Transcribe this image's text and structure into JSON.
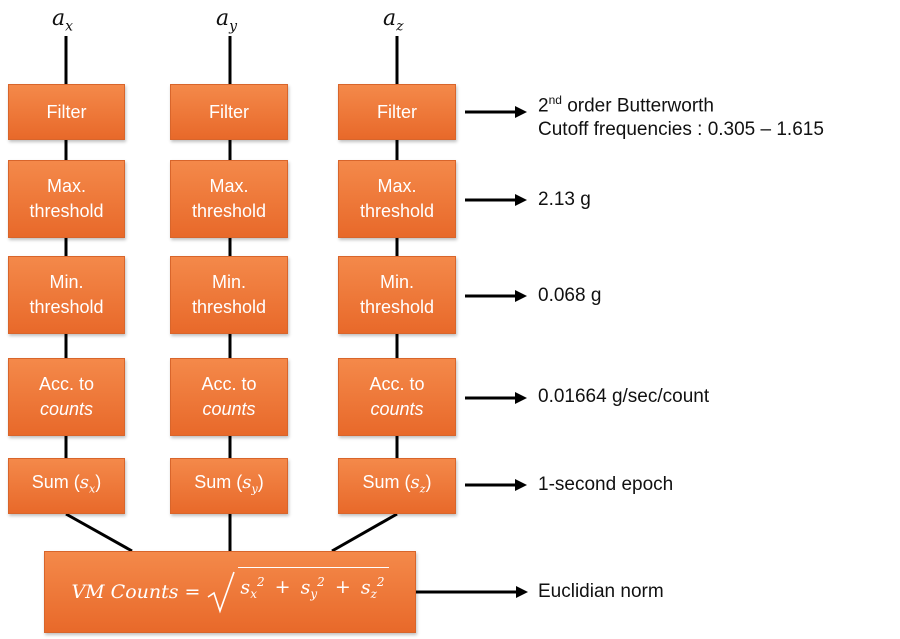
{
  "axes": {
    "x": {
      "base": "a",
      "sub": "x"
    },
    "y": {
      "base": "a",
      "sub": "y"
    },
    "z": {
      "base": "a",
      "sub": "z"
    }
  },
  "columns": [
    {
      "filter": "Filter",
      "max": [
        "Max.",
        "threshold"
      ],
      "min": [
        "Min.",
        "threshold"
      ],
      "acc": [
        "Acc. to",
        "counts"
      ],
      "sum": {
        "label": "Sum (",
        "var": "s",
        "sub": "x",
        "close": ")"
      }
    },
    {
      "filter": "Filter",
      "max": [
        "Max.",
        "threshold"
      ],
      "min": [
        "Min.",
        "threshold"
      ],
      "acc": [
        "Acc. to",
        "counts"
      ],
      "sum": {
        "label": "Sum (",
        "var": "s",
        "sub": "y",
        "close": ")"
      }
    },
    {
      "filter": "Filter",
      "max": [
        "Max.",
        "threshold"
      ],
      "min": [
        "Min.",
        "threshold"
      ],
      "acc": [
        "Acc. to",
        "counts"
      ],
      "sum": {
        "label": "Sum (",
        "var": "s",
        "sub": "z",
        "close": ")"
      }
    }
  ],
  "vm": {
    "lhs": "VM Counts",
    "eq": "=",
    "terms": [
      {
        "var": "s",
        "sub": "x",
        "pow": "2"
      },
      {
        "var": "s",
        "sub": "y",
        "pow": "2"
      },
      {
        "var": "s",
        "sub": "z",
        "pow": "2"
      }
    ],
    "plus": "+"
  },
  "notes": {
    "filter_line1_pre": "2",
    "filter_line1_sup": "nd",
    "filter_line1_post": " order Butterworth",
    "filter_line2": "Cutoff frequencies : 0.305 – 1.615",
    "max": "2.13 g",
    "min": "0.068 g",
    "acc": "0.01664 g/sec/count",
    "sum": "1-second epoch",
    "vm": "Euclidian norm"
  }
}
